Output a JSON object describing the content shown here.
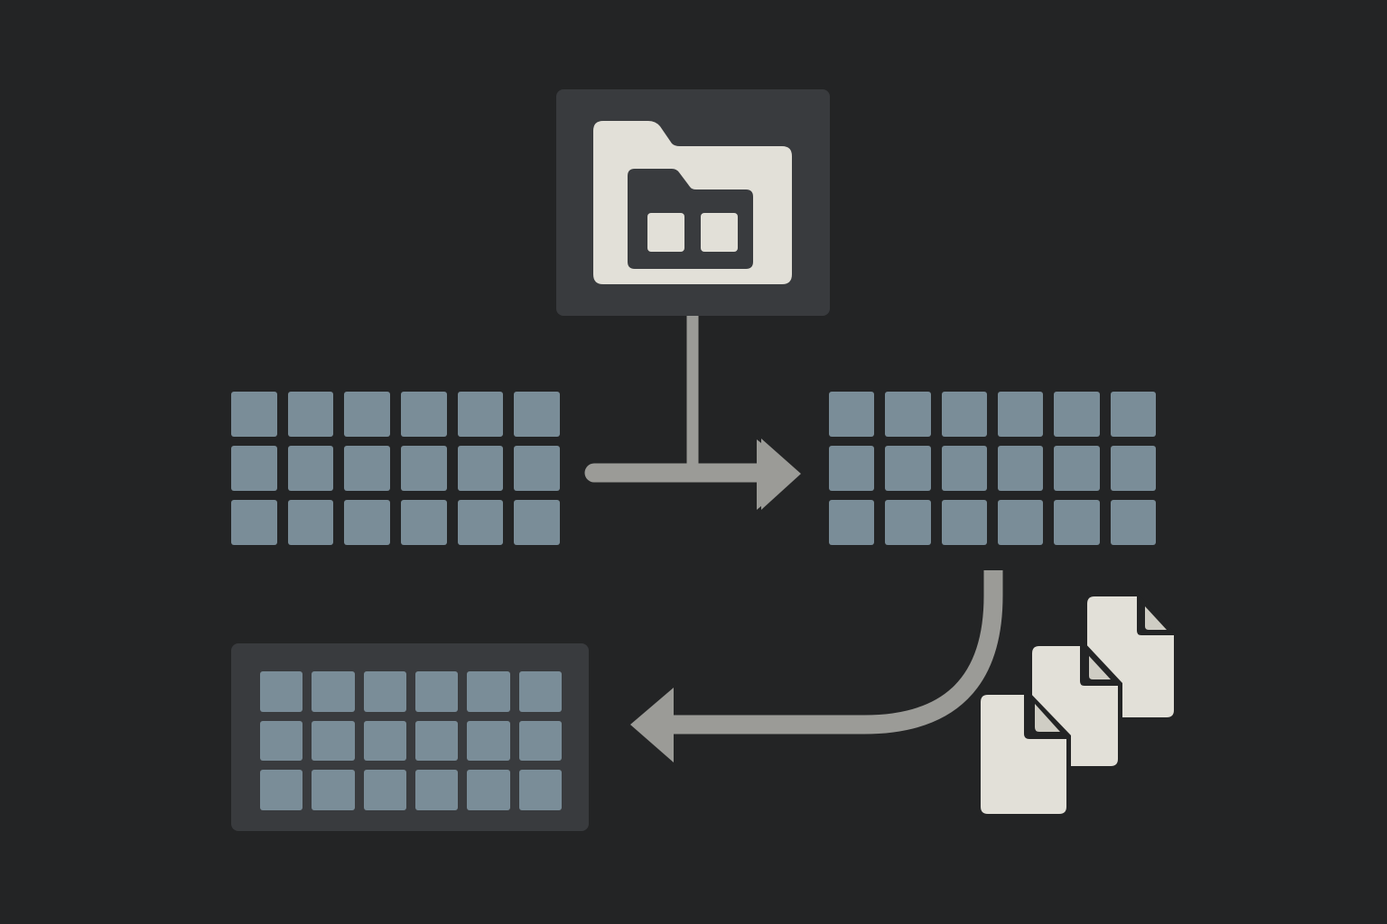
{
  "colors": {
    "background": "#232425",
    "panel": "#393b3e",
    "cell": "#7a8d98",
    "arrow": "#9b9b97",
    "paper": "#e2e0d8",
    "paper_fold": "#cfcdc4"
  },
  "icons": {
    "folder": "folder-icon",
    "documents": "document-stack-icon",
    "arrow_right": "arrow-right-icon",
    "arrow_left_curved": "curved-arrow-left-icon"
  },
  "grids": {
    "source": {
      "rows": 3,
      "columns": 6
    },
    "target": {
      "rows": 3,
      "columns": 6
    },
    "output": {
      "rows": 3,
      "columns": 6
    }
  }
}
